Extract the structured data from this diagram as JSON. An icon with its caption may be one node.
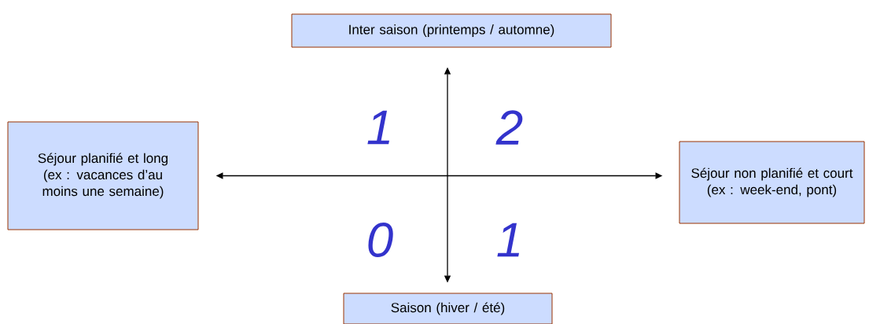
{
  "diagram": {
    "nodes": [
      {
        "text": [
          "Inter saison (printemps / automne)"
        ]
      },
      {
        "text": [
          "Séjour planifié et long (ex : vacances d’au moins une semaine)"
        ]
      },
      {
        "text": [
          "Séjour non planifié et court (ex : week-end, pont)"
        ]
      },
      {
        "text": [
          "Saison (hiver / été)"
        ]
      }
    ],
    "edges": [
      {
        "from": 0,
        "to": 3,
        "arrow": "both"
      },
      {
        "from": 1,
        "to": 2,
        "arrow": "both"
      }
    ],
    "labels": [
      "1",
      "2",
      "0",
      "1"
    ]
  }
}
